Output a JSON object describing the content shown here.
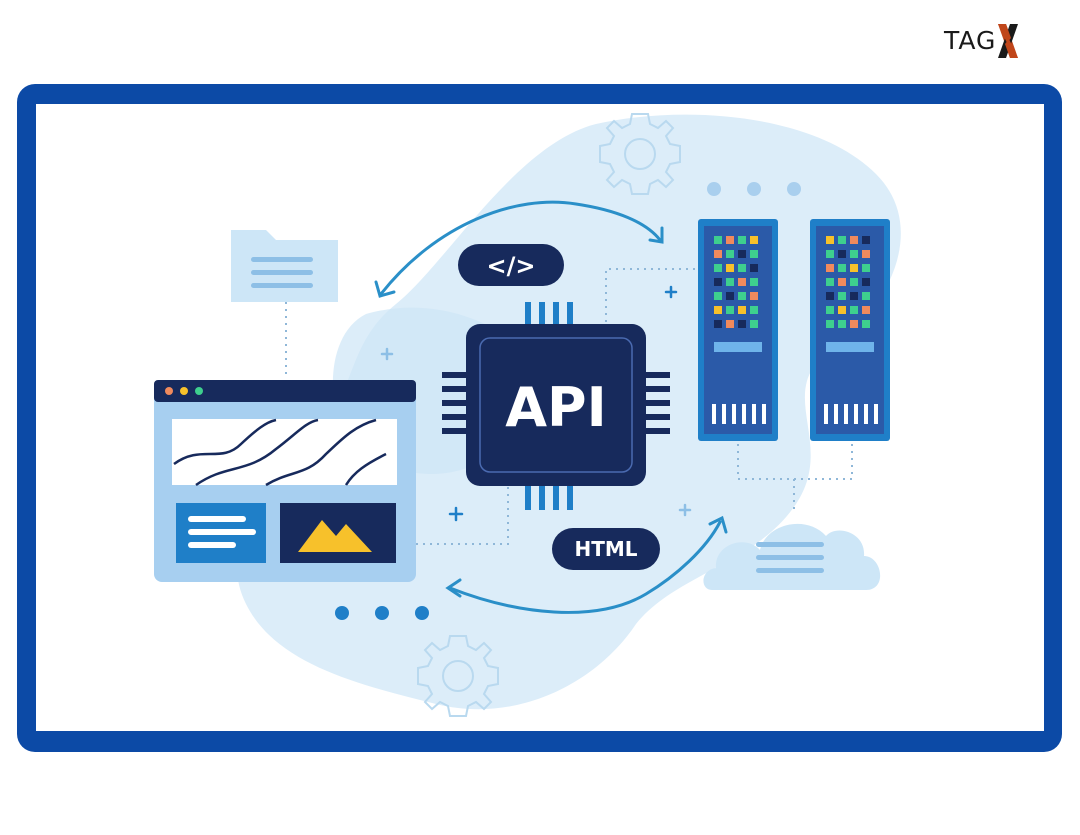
{
  "logo": {
    "text": "TAG",
    "mark": "X",
    "mark_color": "#c0461a"
  },
  "diagram": {
    "center_label": "API",
    "code_badge": "</>",
    "html_badge": "HTML",
    "colors": {
      "frame": "#0c4aa6",
      "navy": "#172a5c",
      "accent_blue": "#1f7fc8",
      "light_blue": "#cde6f7",
      "pale_blue": "#dcedf9",
      "arrow": "#2a8fc8",
      "mountain": "#f7c12b"
    },
    "icons": [
      "gear-icon-top",
      "gear-icon-bottom",
      "folder-icon",
      "browser-window-icon",
      "api-chip-icon",
      "server-rack-icon",
      "cloud-icon",
      "image-icon"
    ]
  }
}
